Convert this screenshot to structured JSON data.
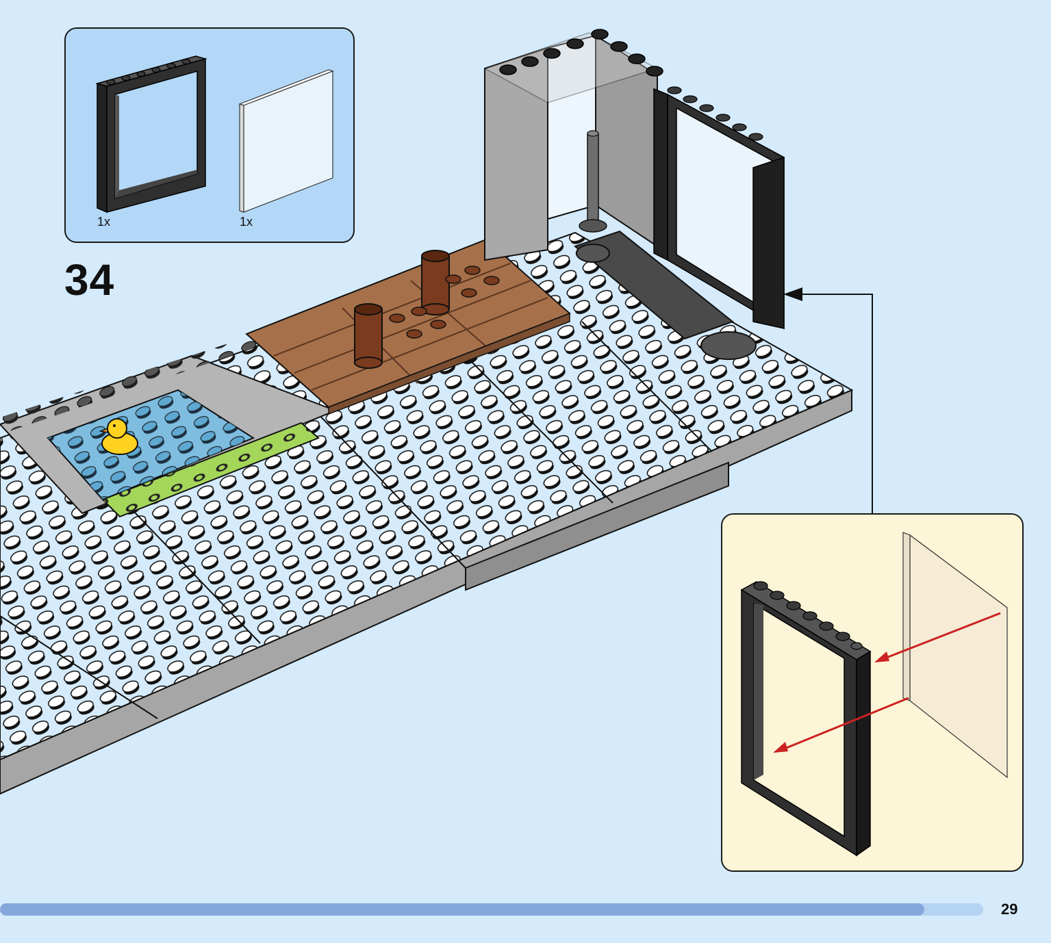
{
  "parts_list": {
    "items": [
      {
        "part": "door-frame",
        "color": "#2b2b2b",
        "qty": "1x"
      },
      {
        "part": "glass-pane",
        "color": "#f3f8fc",
        "qty": "1x"
      }
    ]
  },
  "step": {
    "number": "34"
  },
  "callout": {
    "arrow_color": "#cc2222"
  },
  "colors": {
    "page_bg": "#d5ebfc",
    "parts_bg": "#b3d8f7",
    "callout_bg": "#fdf5d7",
    "plate_white": "#ffffff",
    "plate_gray": "#a6a6a6",
    "wood": "#a6704a",
    "water": "#7fbde0",
    "grass": "#a4d65a",
    "duck": "#ffd21f"
  },
  "progress": {
    "fraction": 0.94
  },
  "page": {
    "number": "29"
  }
}
